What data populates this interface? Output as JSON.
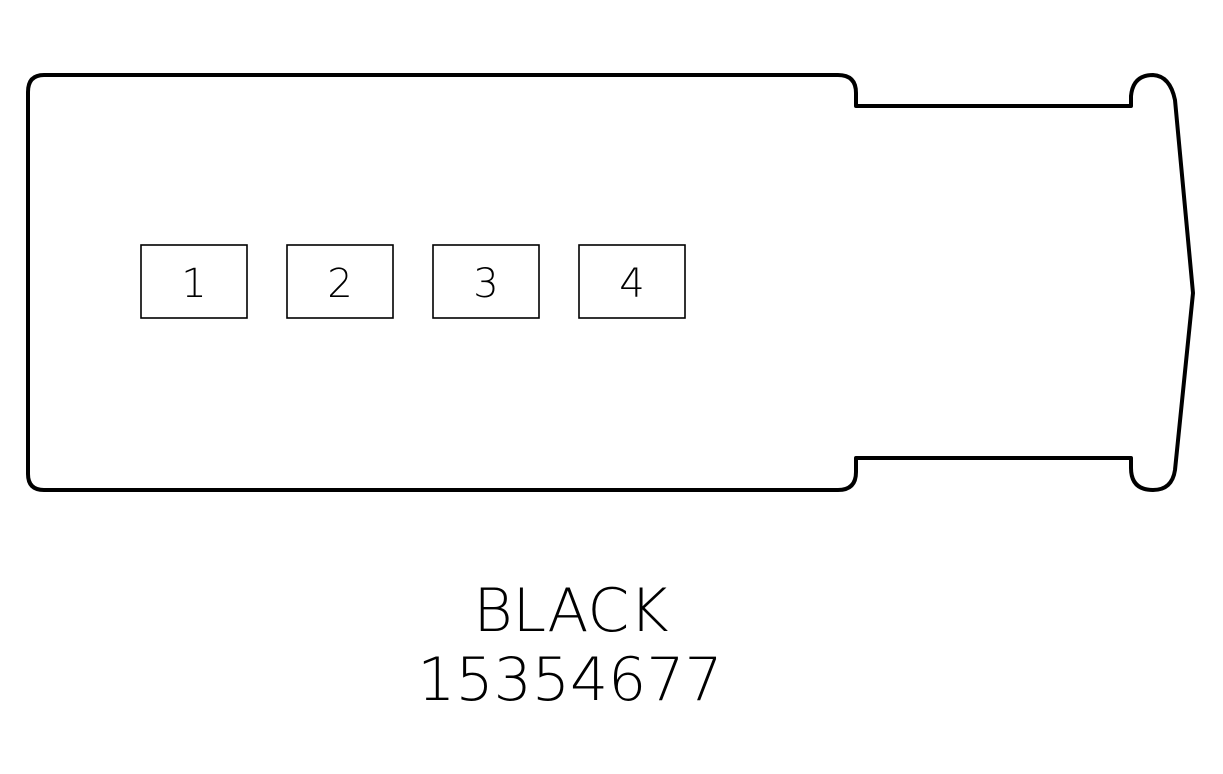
{
  "connector": {
    "color_label": "BLACK",
    "part_number": "15354677",
    "pins": [
      {
        "label": "1"
      },
      {
        "label": "2"
      },
      {
        "label": "3"
      },
      {
        "label": "4"
      }
    ]
  },
  "colors": {
    "stroke": "#000000",
    "background": "#ffffff"
  }
}
